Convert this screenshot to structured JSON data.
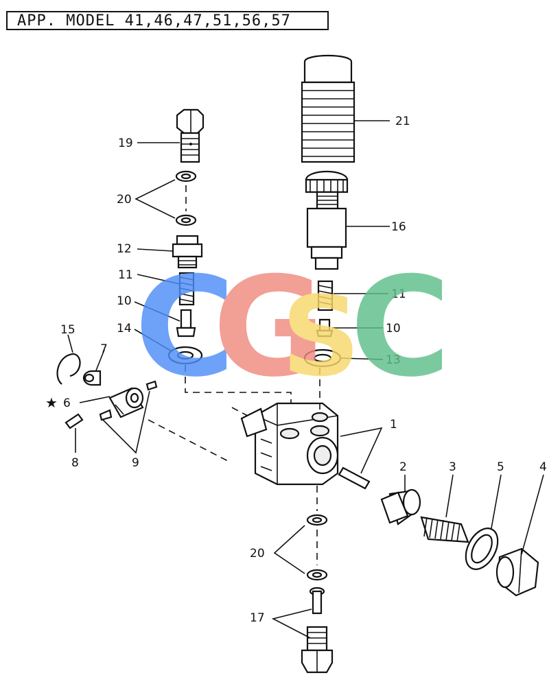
{
  "header": {
    "text": "APP. MODEL  41,46,47,51,56,57"
  },
  "watermark": {
    "letters": [
      "C",
      "G",
      "S",
      "C"
    ],
    "colors": [
      "#4f8ef7",
      "#f08a7e",
      "#f7d76a",
      "#5fbf8a"
    ]
  },
  "callouts": {
    "c1": "1",
    "c2": "2",
    "c3": "3",
    "c4": "4",
    "c5": "5",
    "c6": "6",
    "c7": "7",
    "c8": "8",
    "c9": "9",
    "c10a": "10",
    "c10b": "10",
    "c11a": "11",
    "c11b": "11",
    "c12": "12",
    "c13": "13",
    "c14": "14",
    "c15": "15",
    "c16": "16",
    "c17": "17",
    "c19": "19",
    "c20a": "20",
    "c20b": "20",
    "c21": "21"
  },
  "marks": {
    "star": "★"
  }
}
